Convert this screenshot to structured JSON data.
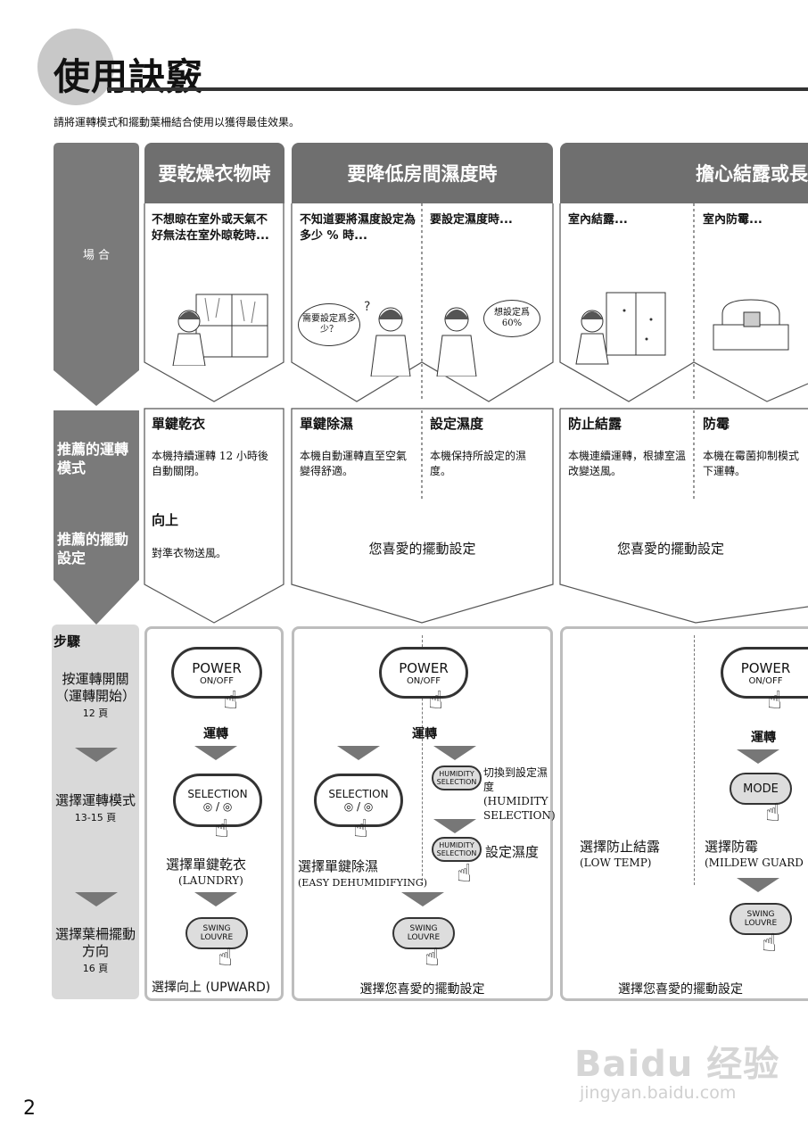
{
  "page": {
    "title": "使用訣竅",
    "intro": "請將運轉模式和擺動葉柵結合使用以獲得最佳效果。",
    "page_number": "2"
  },
  "left": {
    "situation": "場 合",
    "recommended_mode": "推薦的運轉模式",
    "recommended_swing": "推薦的擺動設定",
    "steps": "步驟",
    "step1": "按運轉開關（運轉開始）",
    "step1_page": "12 頁",
    "step2": "選擇運轉模式",
    "step2_page": "13-15 頁",
    "step3": "選擇葉柵擺動方向",
    "step3_page": "16 頁"
  },
  "columns": {
    "laundry": {
      "header": "要乾燥衣物時",
      "situation": "不想晾在室外或天氣不好無法在室外晾乾時...",
      "mode_title": "單鍵乾衣",
      "mode_desc": "本機持續運轉 12 小時後自動關閉。",
      "swing_title": "向上",
      "swing_desc": "對準衣物送風。"
    },
    "humidity": {
      "header": "要降低房間濕度時",
      "situation_a": "不知道要將濕度設定為多少 % 時...",
      "situation_b": "要設定濕度時...",
      "bubble_a": "需要設定爲多少？",
      "bubble_b": "想設定爲 60%",
      "mode_a_title": "單鍵除濕",
      "mode_a_desc": "本機自動運轉直至空氣變得舒適。",
      "mode_b_title": "設定濕度",
      "mode_b_desc": "本機保持所設定的濕度。",
      "swing": "您喜愛的擺動設定"
    },
    "condensation": {
      "header": "擔心結露或長",
      "situation_a": "室內結露...",
      "situation_b": "室內防霉...",
      "mode_a_title": "防止結露",
      "mode_a_desc": "本機連續運轉，根據室溫改變送風。",
      "mode_b_title": "防霉",
      "mode_b_desc": "本機在霉菌抑制模式下運轉。",
      "swing": "您喜愛的擺動設定"
    }
  },
  "buttons": {
    "power": "POWER",
    "on_off": "ON/OFF",
    "selection": "SELECTION",
    "humidity_selection": "HUMIDITY SELECTION",
    "swing_louvre": "SWING LOUVRE",
    "mode": "MODE"
  },
  "steps_text": {
    "operate": "運轉",
    "laundry_select": "選擇單鍵乾衣",
    "laundry_sub": "(LAUNDRY)",
    "laundry_swing": "選擇向上 (UPWARD)",
    "dehum_select": "選擇單鍵除濕",
    "dehum_sub": "(EASY DEHUMIDIFYING)",
    "switch_to": "切換到設定濕度",
    "switch_sub": "(HUMIDITY SELECTION)",
    "set_humidity": "設定濕度",
    "humidity_swing": "選擇您喜愛的擺動設定",
    "lowtemp_select": "選擇防止結露",
    "lowtemp_sub": "(LOW TEMP)",
    "mildew_select": "選擇防霉",
    "mildew_sub": "(MILDEW GUARD",
    "cond_swing": "選擇您喜愛的擺動設定"
  },
  "watermark": {
    "brand": "Baidu 经验",
    "url": "jingyan.baidu.com"
  },
  "colors": {
    "header_gray": "#6f6f6f",
    "arrow_gray": "#7a7a7a",
    "step_band": "#d9d9d9"
  }
}
